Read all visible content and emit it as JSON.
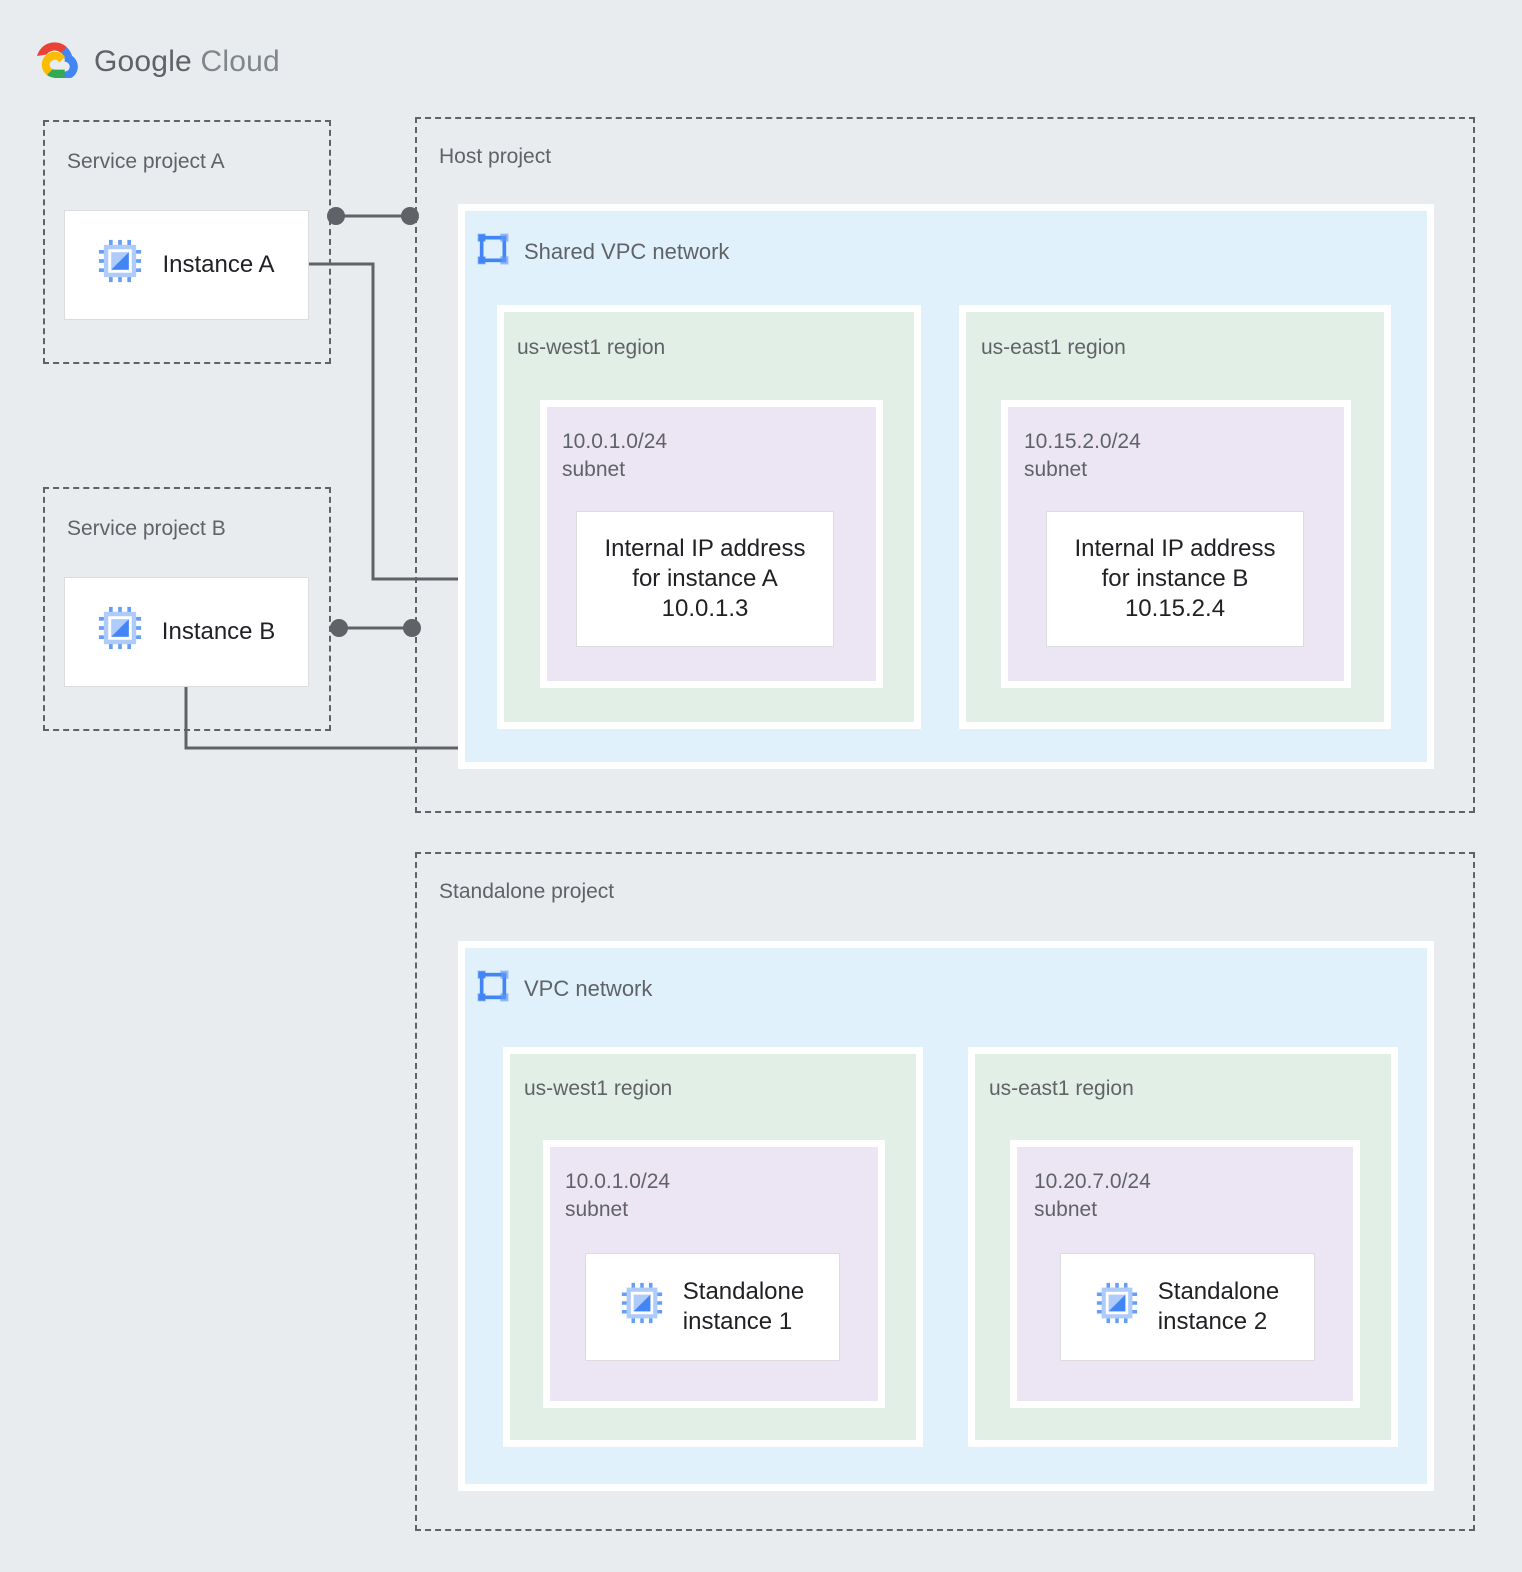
{
  "brand": {
    "name_bold": "Google",
    "name_light": "Cloud",
    "logo_icon": "google-cloud-logo"
  },
  "colors": {
    "page_background": "#e8ecee",
    "vpc_fill": "#e1f1fb",
    "region_fill": "#e2efe6",
    "subnet_fill": "#ece5f3",
    "node_fill": "#ffffff",
    "connector": "#5f6368",
    "label_text": "#5f6368",
    "node_text": "#202124",
    "icon_blue": "#669df6",
    "icon_blue_light": "#aecbfa"
  },
  "projects": [
    {
      "id": "service-project-a",
      "label": "Service project A",
      "instance": {
        "label": "Instance A",
        "icon": "compute-instance-icon"
      }
    },
    {
      "id": "service-project-b",
      "label": "Service project B",
      "instance": {
        "label": "Instance B",
        "icon": "compute-instance-icon"
      }
    },
    {
      "id": "host-project",
      "label": "Host project",
      "network": {
        "title": "Shared VPC network",
        "icon": "vpc-network-icon",
        "regions": [
          {
            "label": "us-west1 region",
            "subnet": {
              "cidr": "10.0.1.0/24",
              "kind": "subnet",
              "label": "10.0.1.0/24\nsubnet",
              "node": {
                "line1": "Internal IP address",
                "line2": "for instance A",
                "line3": "10.0.1.3",
                "text": "Internal IP address\nfor instance A\n10.0.1.3"
              }
            }
          },
          {
            "label": "us-east1 region",
            "subnet": {
              "cidr": "10.15.2.0/24",
              "kind": "subnet",
              "label": "10.15.2.0/24\nsubnet",
              "node": {
                "line1": "Internal IP address",
                "line2": "for instance B",
                "line3": "10.15.2.4",
                "text": "Internal IP address\nfor instance B\n10.15.2.4"
              }
            }
          }
        ]
      }
    },
    {
      "id": "standalone-project",
      "label": "Standalone project",
      "network": {
        "title": "VPC network",
        "icon": "vpc-network-icon",
        "regions": [
          {
            "label": "us-west1 region",
            "subnet": {
              "cidr": "10.0.1.0/24",
              "kind": "subnet",
              "label": "10.0.1.0/24\nsubnet",
              "node": {
                "line1": "Standalone",
                "line2": "instance 1",
                "text": "Standalone\ninstance 1",
                "icon": "compute-instance-icon"
              }
            }
          },
          {
            "label": "us-east1 region",
            "subnet": {
              "cidr": "10.20.7.0/24",
              "kind": "subnet",
              "label": "10.20.7.0/24\nsubnet",
              "node": {
                "line1": "Standalone",
                "line2": "instance 2",
                "text": "Standalone\ninstance 2",
                "icon": "compute-instance-icon"
              }
            }
          }
        ]
      }
    }
  ],
  "connections": [
    {
      "from": "service-project-a",
      "to": "host-project",
      "style": "dot-line-dot"
    },
    {
      "from": "instance-a",
      "to": "internal-ip-instance-a",
      "style": "elbow-dot"
    },
    {
      "from": "service-project-b",
      "to": "host-project",
      "style": "dot-line-dot"
    },
    {
      "from": "instance-b",
      "to": "internal-ip-instance-b",
      "style": "elbow-dot"
    },
    {
      "from": "standalone-instance-1",
      "to": "standalone-instance-2",
      "style": "line"
    }
  ]
}
